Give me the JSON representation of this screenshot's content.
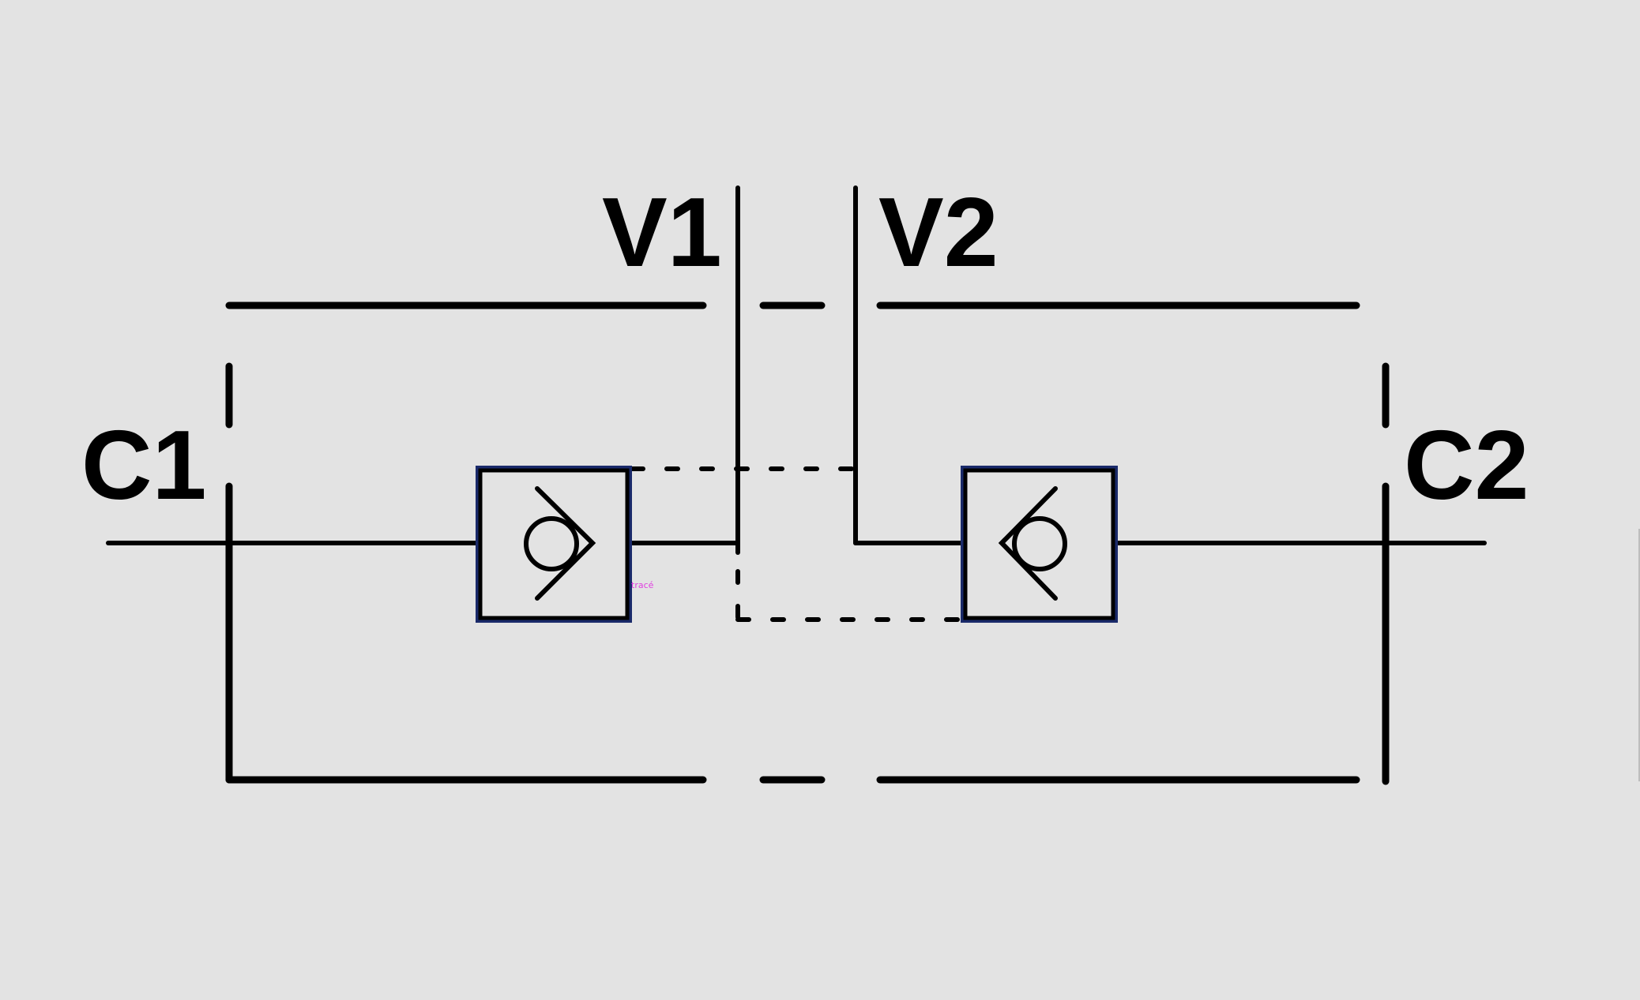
{
  "diagram": {
    "labels": {
      "v1": "V1",
      "v2": "V2",
      "c1": "C1",
      "c2": "C2",
      "annotation": "tracé"
    },
    "colors": {
      "background": "#e3e3e3",
      "lines": "#000000",
      "valve_outline": "#1a2a6a",
      "annotation": "#e040e0"
    }
  }
}
